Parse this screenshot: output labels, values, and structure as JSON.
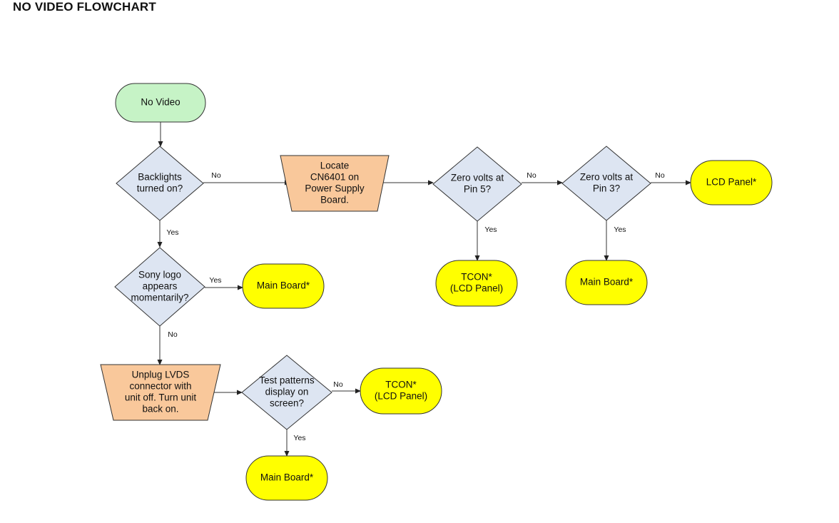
{
  "title": "NO VIDEO FLOWCHART",
  "colors": {
    "start": "#c6f3c6",
    "decision": "#dde5f2",
    "process": "#f9c89b",
    "result": "#ffff00",
    "line": "#333333"
  },
  "nodes": {
    "no_video": {
      "lines": [
        "No Video"
      ]
    },
    "backlights": {
      "lines": [
        "Backlights",
        "turned on?"
      ]
    },
    "sony_logo": {
      "lines": [
        "Sony logo",
        "appears",
        "momentarily?"
      ]
    },
    "main_board_1": {
      "lines": [
        "Main Board*"
      ]
    },
    "unplug_lvds": {
      "lines": [
        "Unplug LVDS",
        "connector with",
        "unit off. Turn unit",
        "back on."
      ]
    },
    "test_patterns": {
      "lines": [
        "Test patterns",
        "display on",
        "screen?"
      ]
    },
    "tcon_2": {
      "lines": [
        "TCON*",
        "(LCD Panel)"
      ]
    },
    "main_board_3": {
      "lines": [
        "Main Board*"
      ]
    },
    "locate_cn6401": {
      "lines": [
        "Locate",
        "CN6401 on",
        "Power Supply",
        "Board."
      ]
    },
    "zero_pin5": {
      "lines": [
        "Zero volts at",
        "Pin 5?"
      ]
    },
    "tcon_1": {
      "lines": [
        "TCON*",
        "(LCD Panel)"
      ]
    },
    "zero_pin3": {
      "lines": [
        "Zero volts at",
        "Pin 3?"
      ]
    },
    "main_board_2": {
      "lines": [
        "Main Board*"
      ]
    },
    "lcd_panel": {
      "lines": [
        "LCD Panel*"
      ]
    }
  },
  "edges": [
    {
      "from": "no_video",
      "to": "backlights",
      "label": ""
    },
    {
      "from": "backlights",
      "to": "locate_cn6401",
      "label": "No"
    },
    {
      "from": "backlights",
      "to": "sony_logo",
      "label": "Yes"
    },
    {
      "from": "sony_logo",
      "to": "main_board_1",
      "label": "Yes"
    },
    {
      "from": "sony_logo",
      "to": "unplug_lvds",
      "label": "No"
    },
    {
      "from": "unplug_lvds",
      "to": "test_patterns",
      "label": ""
    },
    {
      "from": "test_patterns",
      "to": "tcon_2",
      "label": "No"
    },
    {
      "from": "test_patterns",
      "to": "main_board_3",
      "label": "Yes"
    },
    {
      "from": "locate_cn6401",
      "to": "zero_pin5",
      "label": ""
    },
    {
      "from": "zero_pin5",
      "to": "zero_pin3",
      "label": "No"
    },
    {
      "from": "zero_pin5",
      "to": "tcon_1",
      "label": "Yes"
    },
    {
      "from": "zero_pin3",
      "to": "lcd_panel",
      "label": "No"
    },
    {
      "from": "zero_pin3",
      "to": "main_board_2",
      "label": "Yes"
    }
  ]
}
